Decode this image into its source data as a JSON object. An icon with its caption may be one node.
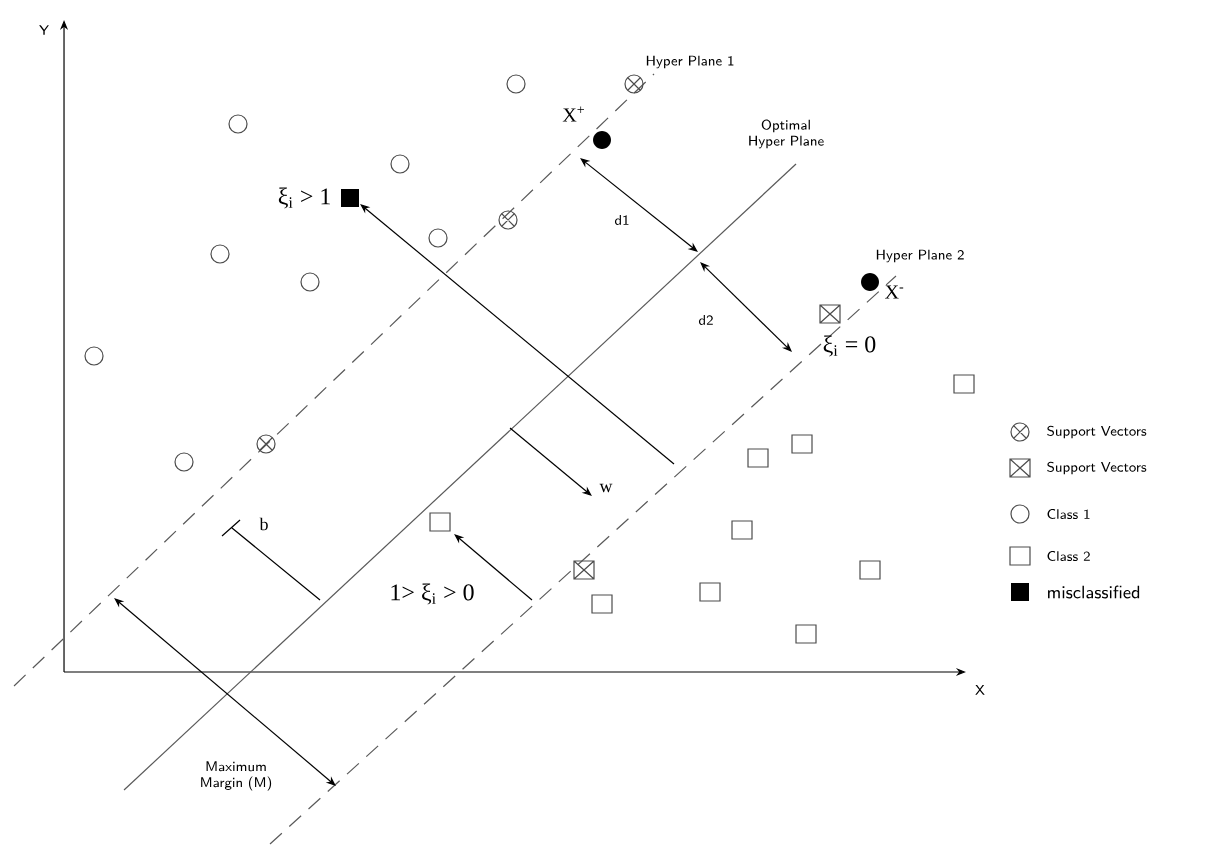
{
  "diagram": {
    "labels": [
      "Y",
      "X",
      "Hyper Plane 1",
      "X$^{+}$",
      "Optimal Hyper Plane",
      "d1",
      "ξ$_{i}$ > 1",
      "Hyper Plane 2",
      "X$^{-}$",
      "d2",
      "ξ$_{i}$ = 0",
      "w",
      "b",
      "1> ξ$_{i}$ > 0",
      "Maximum Margin (M)"
    ],
    "legend": [
      {
        "text": "Support Vectors"
      },
      {
        "text": "Support Vectors"
      },
      {
        "text": "Class 1"
      },
      {
        "text": "Class 2"
      },
      {
        "text": "misclassified"
      }
    ]
  }
}
